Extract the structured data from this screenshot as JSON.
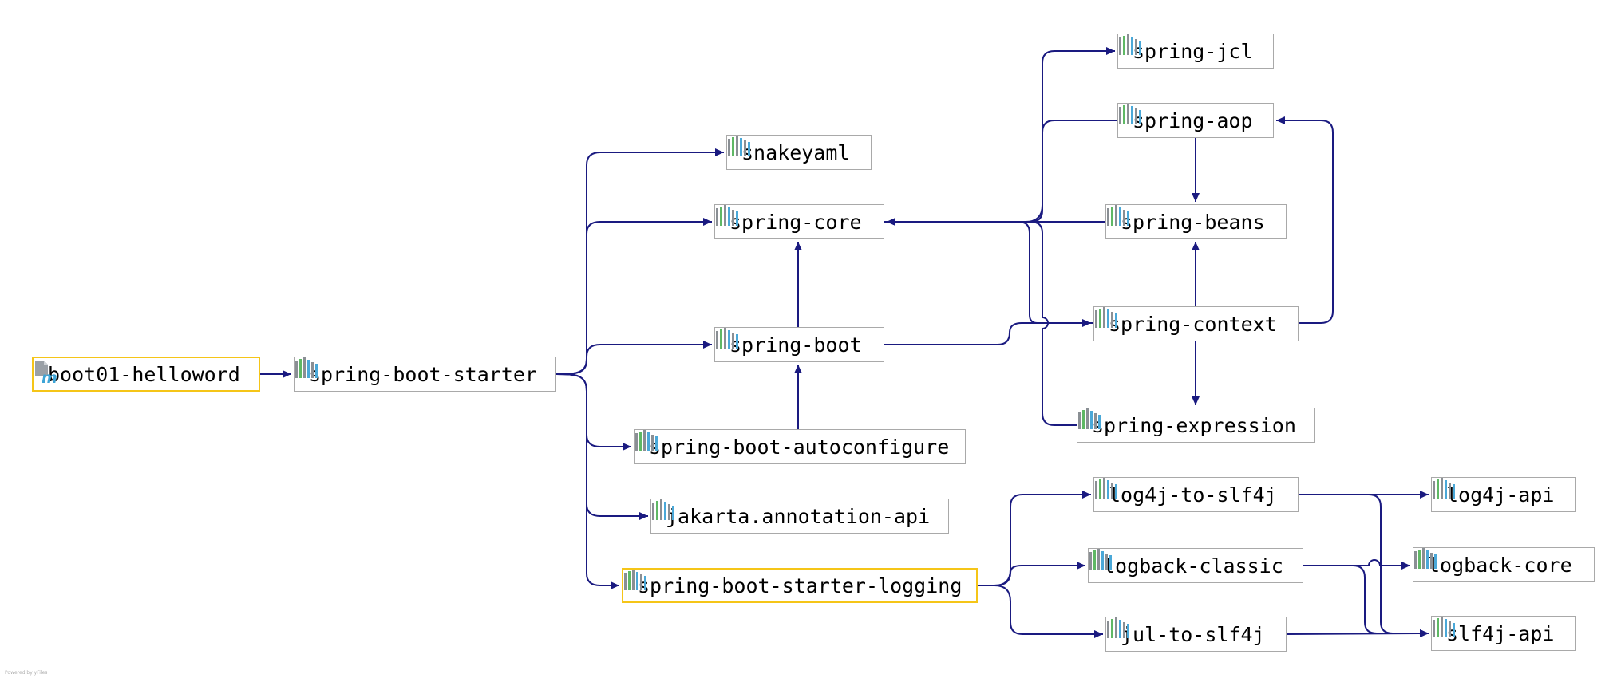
{
  "diagram": {
    "edge_color": "#1a1a80",
    "highlight_color": "#f5c518",
    "nodes": [
      {
        "id": "boot01-helloword",
        "label": "boot01-helloword",
        "icon": "maven-module-icon",
        "highlight": true
      },
      {
        "id": "spring-boot-starter",
        "label": "spring-boot-starter",
        "icon": "library-icon"
      },
      {
        "id": "snakeyaml",
        "label": "snakeyaml",
        "icon": "library-icon"
      },
      {
        "id": "spring-core",
        "label": "spring-core",
        "icon": "library-icon"
      },
      {
        "id": "spring-boot",
        "label": "spring-boot",
        "icon": "library-icon"
      },
      {
        "id": "spring-boot-autoconfigure",
        "label": "spring-boot-autoconfigure",
        "icon": "library-icon"
      },
      {
        "id": "jakarta-annotation-api",
        "label": "jakarta.annotation-api",
        "icon": "library-icon"
      },
      {
        "id": "spring-boot-starter-logging",
        "label": "spring-boot-starter-logging",
        "icon": "library-icon",
        "highlight": true
      },
      {
        "id": "spring-jcl",
        "label": "spring-jcl",
        "icon": "library-icon"
      },
      {
        "id": "spring-aop",
        "label": "spring-aop",
        "icon": "library-icon"
      },
      {
        "id": "spring-beans",
        "label": "spring-beans",
        "icon": "library-icon"
      },
      {
        "id": "spring-context",
        "label": "spring-context",
        "icon": "library-icon"
      },
      {
        "id": "spring-expression",
        "label": "spring-expression",
        "icon": "library-icon"
      },
      {
        "id": "log4j-to-slf4j",
        "label": "log4j-to-slf4j",
        "icon": "library-icon"
      },
      {
        "id": "logback-classic",
        "label": "logback-classic",
        "icon": "library-icon"
      },
      {
        "id": "jul-to-slf4j",
        "label": "jul-to-slf4j",
        "icon": "library-icon"
      },
      {
        "id": "log4j-api",
        "label": "log4j-api",
        "icon": "library-icon"
      },
      {
        "id": "logback-core",
        "label": "logback-core",
        "icon": "library-icon"
      },
      {
        "id": "slf4j-api",
        "label": "slf4j-api",
        "icon": "library-icon"
      }
    ],
    "edges": [
      {
        "from": "boot01-helloword",
        "to": "spring-boot-starter"
      },
      {
        "from": "spring-boot-starter",
        "to": "snakeyaml"
      },
      {
        "from": "spring-boot-starter",
        "to": "spring-core"
      },
      {
        "from": "spring-boot-starter",
        "to": "spring-boot"
      },
      {
        "from": "spring-boot-starter",
        "to": "spring-boot-autoconfigure"
      },
      {
        "from": "spring-boot-starter",
        "to": "jakarta-annotation-api"
      },
      {
        "from": "spring-boot-starter",
        "to": "spring-boot-starter-logging"
      },
      {
        "from": "spring-boot",
        "to": "spring-core"
      },
      {
        "from": "spring-boot",
        "to": "spring-context"
      },
      {
        "from": "spring-boot-autoconfigure",
        "to": "spring-boot"
      },
      {
        "from": "spring-core",
        "to": "spring-jcl"
      },
      {
        "from": "spring-aop",
        "to": "spring-core"
      },
      {
        "from": "spring-aop",
        "to": "spring-beans"
      },
      {
        "from": "spring-beans",
        "to": "spring-core"
      },
      {
        "from": "spring-context",
        "to": "spring-core"
      },
      {
        "from": "spring-context",
        "to": "spring-aop"
      },
      {
        "from": "spring-context",
        "to": "spring-beans"
      },
      {
        "from": "spring-context",
        "to": "spring-expression"
      },
      {
        "from": "spring-expression",
        "to": "spring-core"
      },
      {
        "from": "spring-boot-starter-logging",
        "to": "log4j-to-slf4j"
      },
      {
        "from": "spring-boot-starter-logging",
        "to": "logback-classic"
      },
      {
        "from": "spring-boot-starter-logging",
        "to": "jul-to-slf4j"
      },
      {
        "from": "log4j-to-slf4j",
        "to": "log4j-api"
      },
      {
        "from": "log4j-to-slf4j",
        "to": "slf4j-api"
      },
      {
        "from": "logback-classic",
        "to": "logback-core"
      },
      {
        "from": "logback-classic",
        "to": "slf4j-api"
      },
      {
        "from": "jul-to-slf4j",
        "to": "slf4j-api"
      }
    ]
  },
  "footer": {
    "powered_by": "Powered by yFiles"
  }
}
